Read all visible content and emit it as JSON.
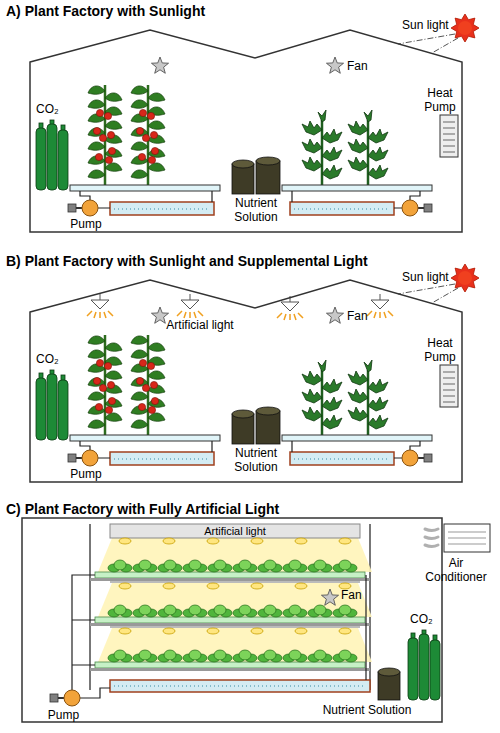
{
  "diagram": {
    "nodes": [
      {
        "text": [
          "A) Plant Factory with Sunlight"
        ]
      },
      {
        "text": [
          "B) Plant Factory with Sunlight and Supplemental Light"
        ]
      },
      {
        "text": [
          "C) Plant Factory with Fully Artificial Light"
        ]
      }
    ],
    "labels": [
      "Sun light",
      "Fan",
      "Heat Pump",
      "CO₂",
      "Nutrient Solution",
      "Pump",
      "Sun light",
      "Fan",
      "Artificial light",
      "Heat Pump",
      "CO₂",
      "Nutrient Solution",
      "Pump",
      "Artificial light",
      "Air Conditioner",
      "Fan",
      "CO₂",
      "Nutrient Solution",
      "Pump"
    ]
  }
}
